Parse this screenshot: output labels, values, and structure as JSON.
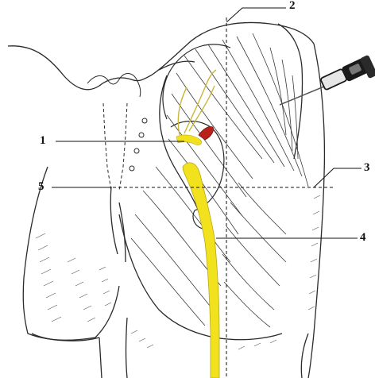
{
  "figure": {
    "background": "#ffffff",
    "ink": "#2a2a2a",
    "nerve_color": "#f2e21e",
    "vessel_color": "#b8201c",
    "syringe_color": "#1a1a1a",
    "callouts": [
      {
        "id": "1",
        "label": "1"
      },
      {
        "id": "2",
        "label": "2"
      },
      {
        "id": "3",
        "label": "3"
      },
      {
        "id": "4",
        "label": "4"
      },
      {
        "id": "5",
        "label": "5"
      }
    ]
  }
}
